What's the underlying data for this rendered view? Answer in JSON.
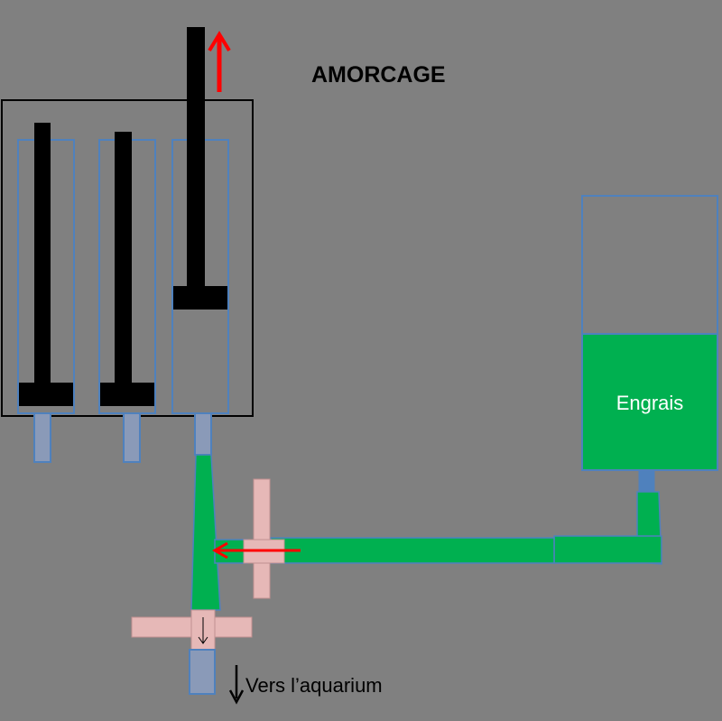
{
  "title": "AMORCAGE",
  "tank_label": "Engrais",
  "outlet_label": "Vers l’aquarium",
  "colors": {
    "background": "#808080",
    "fluid": "#00b050",
    "tube": "#4f81bd",
    "tube_fill": "#8a9ab8",
    "valve": "#e6b8b7",
    "valve_border": "#b08080",
    "piston": "#000000",
    "arrow": "#ff0000"
  }
}
